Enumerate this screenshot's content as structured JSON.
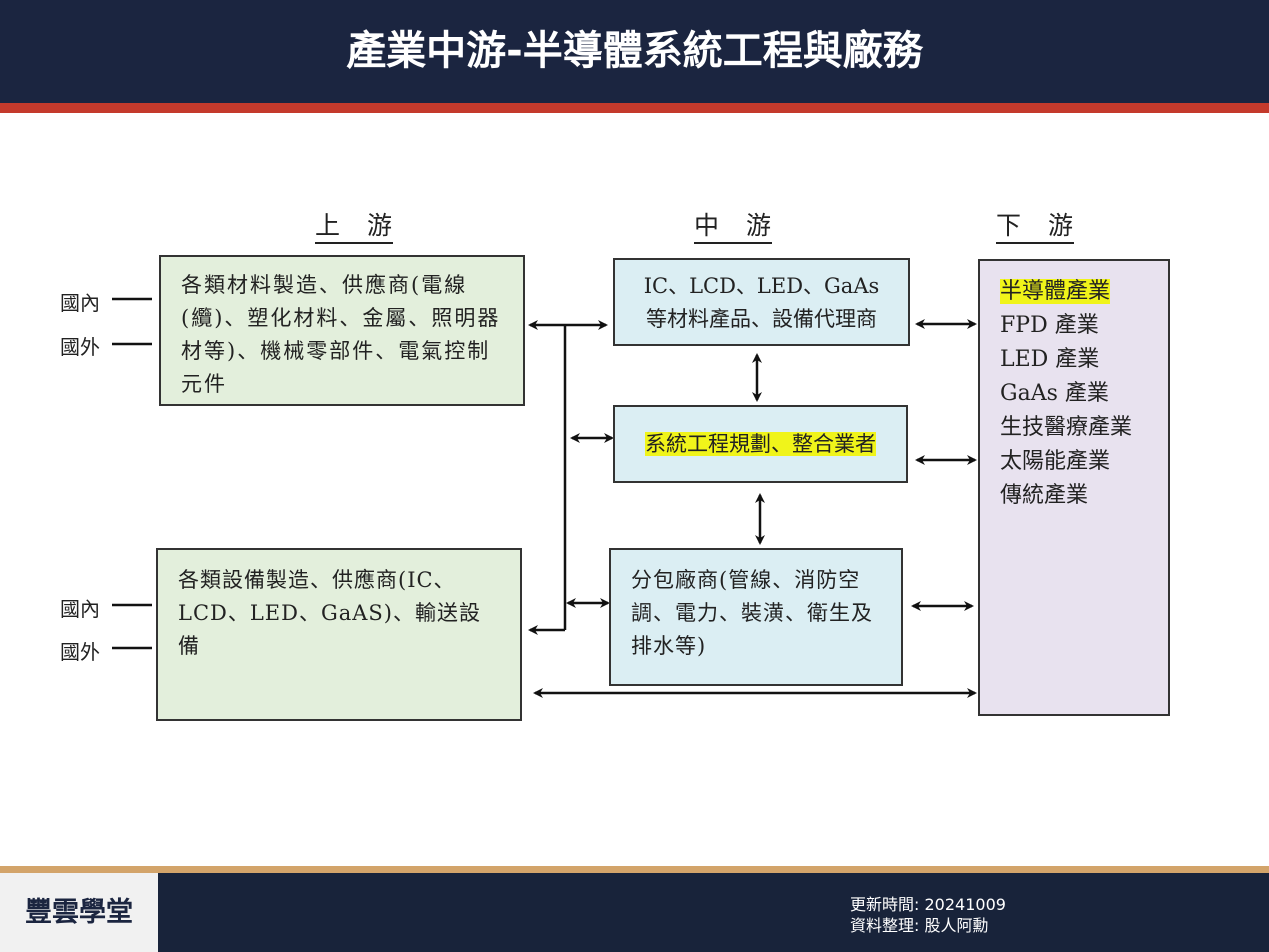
{
  "header": {
    "title": "產業中游-半導體系統工程與廠務"
  },
  "diagram": {
    "columns": {
      "upstream": "上　游",
      "midstream": "中　游",
      "downstream": "下　游"
    },
    "upstream": [
      {
        "text": "各類材料製造、供應商(電線(纜)、塑化材料、金屬、照明器材等)、機械零部件、電氣控制元件",
        "labels": [
          "國內",
          "國外"
        ]
      },
      {
        "text": "各類設備製造、供應商(IC、LCD、LED、GaAS)、輸送設備",
        "labels": [
          "國內",
          "國外"
        ]
      }
    ],
    "midstream": [
      {
        "line1": "IC、LCD、LED、GaAs",
        "line2": "等材料產品、設備代理商"
      },
      {
        "text": "系統工程規劃、整合業者",
        "highlighted": true
      },
      {
        "text": "分包廠商(管線、消防空調、電力、裝潢、衛生及排水等)"
      }
    ],
    "downstream": [
      {
        "text": "半導體產業",
        "highlighted": true
      },
      {
        "text": "FPD 產業"
      },
      {
        "text": "LED 產業"
      },
      {
        "text": "GaAs 產業"
      },
      {
        "text": "生技醫療產業"
      },
      {
        "text": "太陽能產業"
      },
      {
        "text": "傳統產業"
      }
    ],
    "colors": {
      "upstream_box": "#e3efdc",
      "midstream_box": "#dbeef3",
      "downstream_box": "#e8e2ef",
      "highlight": "#f0f41a"
    }
  },
  "footer": {
    "logo": "豐雲學堂",
    "updated_label": "更新時間:",
    "updated_value": "20241009",
    "compiled_label": "資料整理:",
    "compiled_value": "股人阿勳"
  },
  "colors": {
    "header": "#1b2540",
    "accent_stripe": "#c43a2c",
    "footer_line": "#d3a46a"
  }
}
